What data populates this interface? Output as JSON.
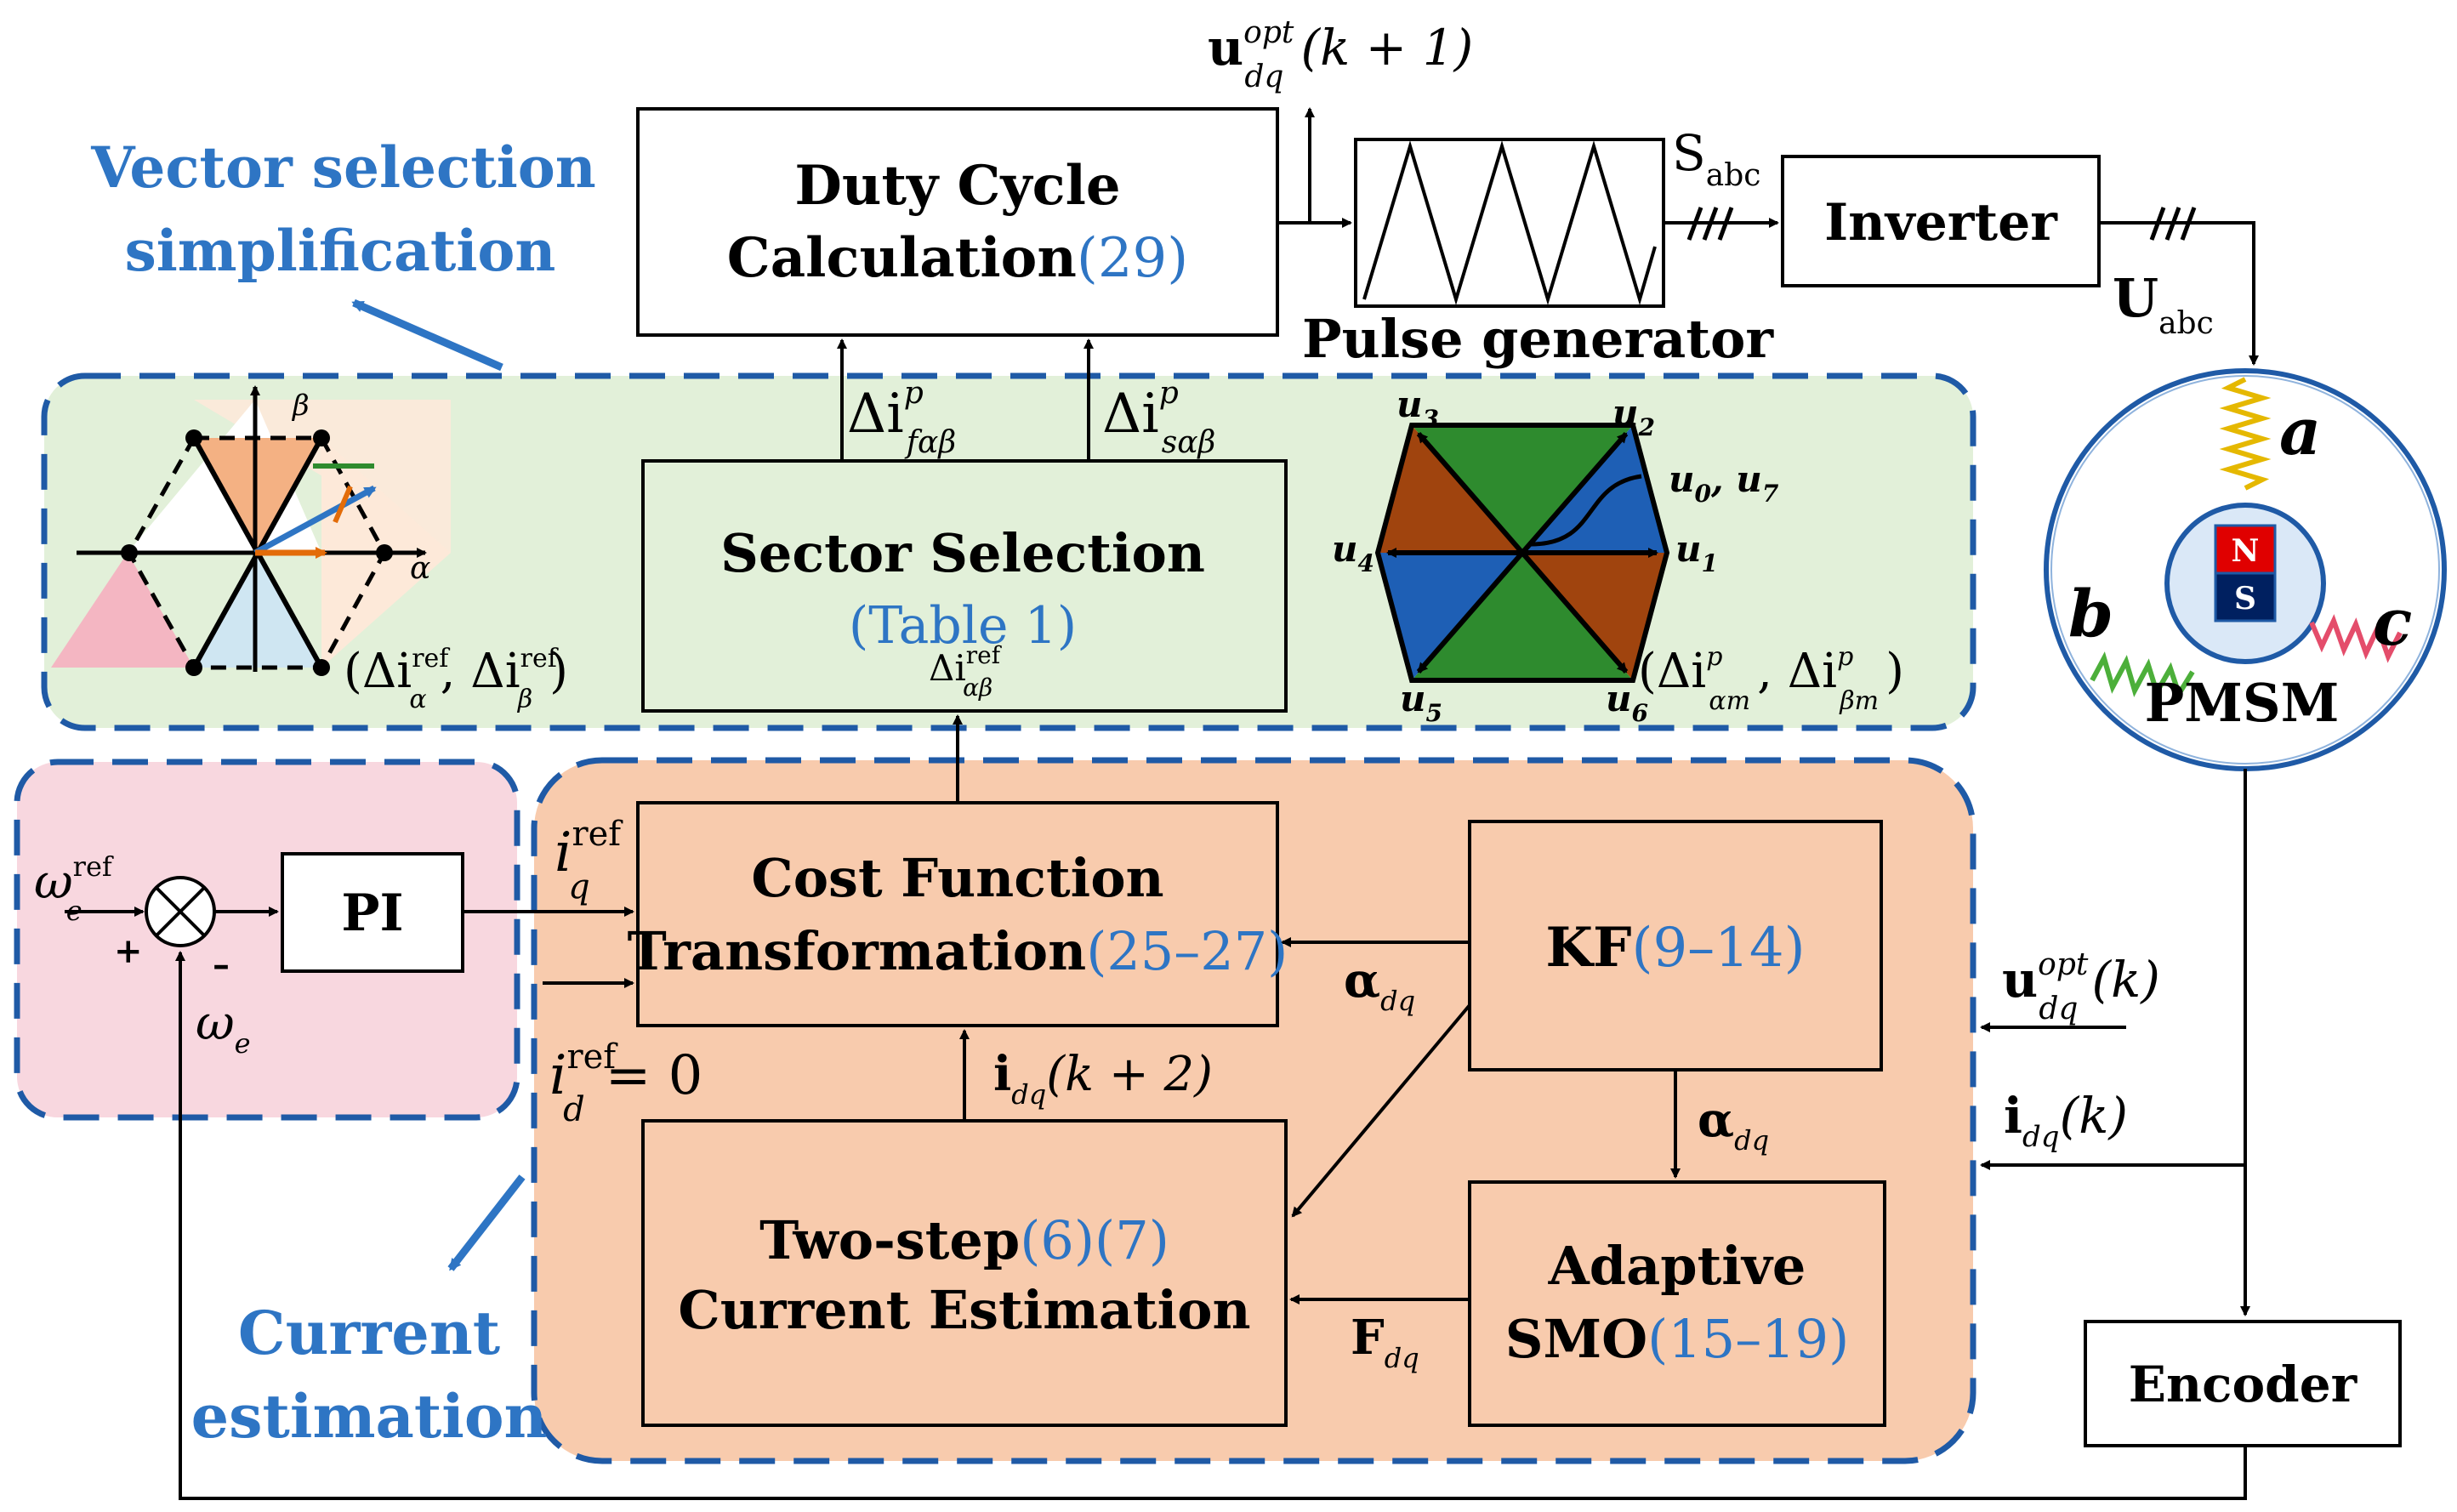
{
  "labels": {
    "u_opt_next": "u",
    "u_opt_next_sub": "dq",
    "u_opt_next_sup": "opt",
    "u_opt_next_arg": "(k + 1)",
    "vector_sel_1": "Vector selection",
    "vector_sel_2": "simplification",
    "duty_1": "Duty Cycle",
    "duty_2": "Calculation",
    "duty_ref": "(29)",
    "pulse_gen": "Pulse generator",
    "s_abc": "S",
    "s_abc_sub": "abc",
    "inverter": "Inverter",
    "u_abc": "U",
    "u_abc_sub": "abc",
    "phase_a": "a",
    "phase_b": "b",
    "phase_c": "c",
    "magnet_n": "N",
    "magnet_s": "S",
    "pmsm": "PMSM",
    "delta_f": "Δi",
    "delta_f_sup": "p",
    "delta_f_sub": "fαβ",
    "delta_s": "Δi",
    "delta_s_sup": "p",
    "delta_s_sub": "sαβ",
    "sector_sel": "Sector Selection",
    "sector_table": "(Table 1)",
    "delta_ref": "Δi",
    "delta_ref_sup": "ref",
    "delta_ref_sub": "αβ",
    "hex_beta": "β",
    "hex_alpha": "α",
    "hex_tuple": "(Δi",
    "hex_tuple_sub1": "α",
    "hex_tuple_sup1": "ref",
    "hex_tuple_mid": ", Δi",
    "hex_tuple_sub2": "β",
    "hex_tuple_sup2": "ref",
    "hex_tuple_end": ")",
    "u1": "u",
    "u1_sub": "1",
    "u2": "u",
    "u2_sub": "2",
    "u3": "u",
    "u3_sub": "3",
    "u4": "u",
    "u4_sub": "4",
    "u5": "u",
    "u5_sub": "5",
    "u6": "u",
    "u6_sub": "6",
    "u07": "u",
    "u07_sub0": "0",
    "u07_mid": ", u",
    "u07_sub7": "7",
    "hex2_tuple": "(Δi",
    "hex2_sub1": "αm",
    "hex2_sup1": "p",
    "hex2_mid": ", Δi",
    "hex2_sub2": "βm",
    "hex2_sup2": "p",
    "hex2_end": ")",
    "omega_ref": "ω",
    "omega_ref_sub": "e",
    "omega_ref_sup": "ref",
    "omega_e": "ω",
    "omega_e_sub": "e",
    "plus": "+",
    "minus": "–",
    "pi": "PI",
    "iq_ref": "i",
    "iq_ref_sub": "q",
    "iq_ref_sup": "ref",
    "id_ref": "i",
    "id_ref_sub": "d",
    "id_ref_sup": "ref",
    "id_ref_eq": "= 0",
    "cost_1": "Cost Function",
    "cost_2": "Transformation",
    "cost_ref": "(25–27)",
    "kf": "KF",
    "kf_ref": "(9–14)",
    "alpha_dq1": "α",
    "alpha_dq1_sub": "dq",
    "alpha_dq2": "α",
    "alpha_dq2_sub": "dq",
    "idq_k2": "i",
    "idq_k2_sub": "dq",
    "idq_k2_arg": "(k + 2)",
    "two_step_1": "Two-step",
    "two_step_ref": "(6)(7)",
    "two_step_2": "Current Estimation",
    "adaptive_1": "Adaptive",
    "adaptive_2": "SMO",
    "adaptive_ref": "(15–19)",
    "f_dq": "F",
    "f_dq_sub": "dq",
    "u_opt_k": "u",
    "u_opt_k_sub": "dq",
    "u_opt_k_sup": "opt",
    "u_opt_k_arg": "(k)",
    "idq_k": "i",
    "idq_k_sub": "dq",
    "idq_k_arg": "(k)",
    "encoder": "Encoder",
    "current_1": "Current",
    "current_2": "estimation"
  },
  "colors": {
    "green_panel": "#e2f0d9",
    "orange_panel": "#f8cbad",
    "pink_panel": "#f8d7df",
    "dash_blue": "#1f5aa6",
    "ref_blue": "#2e75c4",
    "motor_fill": "#dae8f7",
    "hex_brown": "#a0440e",
    "hex_green": "#2e8b2e",
    "hex_blue": "#1e5fb5"
  }
}
